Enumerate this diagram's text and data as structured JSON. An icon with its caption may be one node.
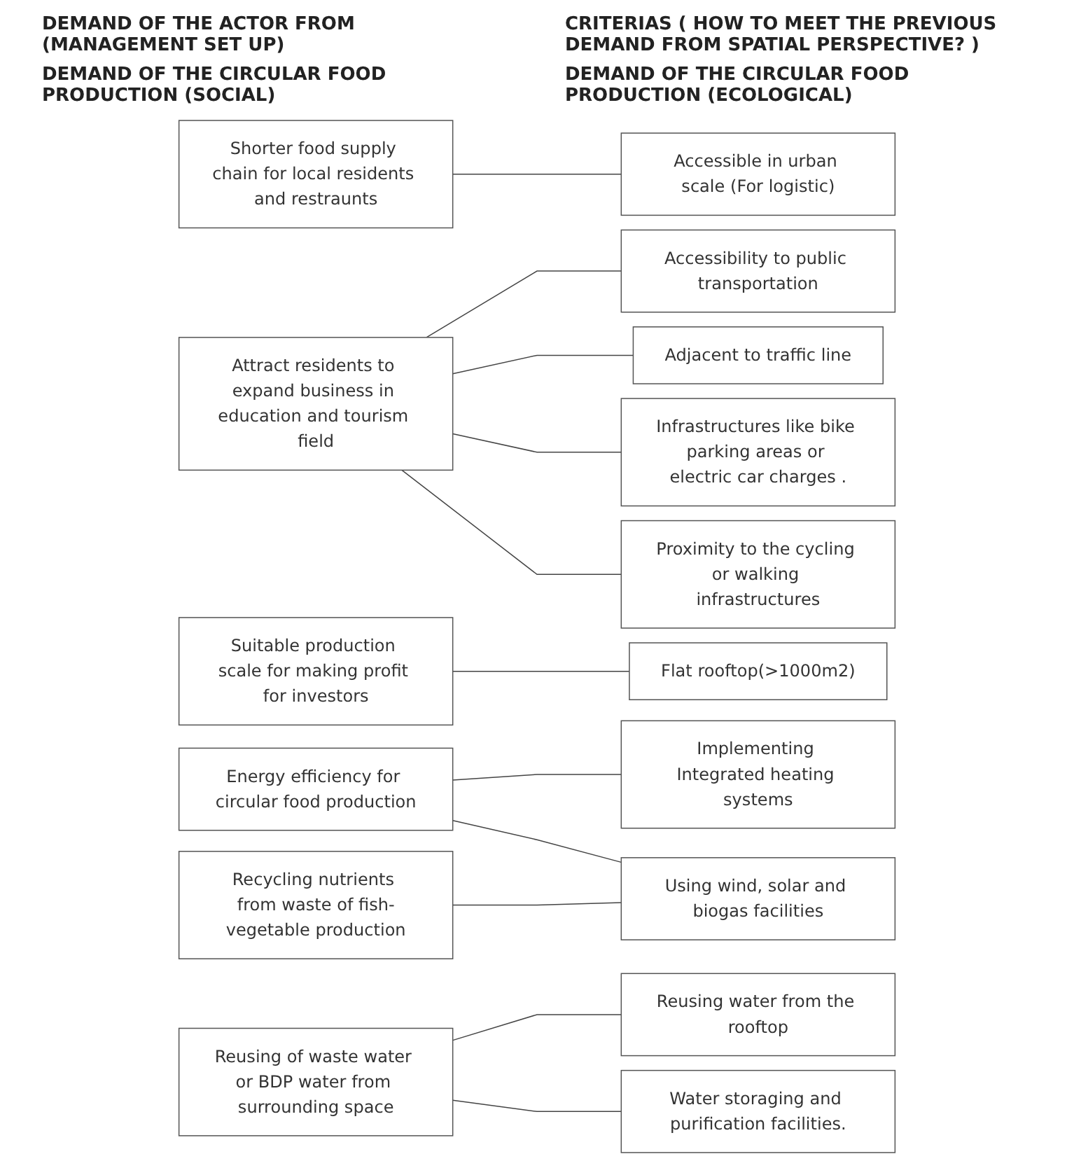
{
  "diagram": {
    "nodes": [
      {
        "text": [
          "Shorter food supply chain for local residents and restraunts"
        ]
      },
      {
        "text": [
          "Attract residents to expand business in education and tourism field"
        ]
      },
      {
        "text": [
          "Suitable production scale for making profit for investors"
        ]
      },
      {
        "text": [
          "Energy efficiency for circular food production"
        ]
      },
      {
        "text": [
          "Recycling nutrients from waste of fish-vegetable production"
        ]
      },
      {
        "text": [
          "Reusing of waste water or BDP water from surrounding space"
        ]
      },
      {
        "text": [
          "Accessible in urban scale (For logistic)"
        ]
      },
      {
        "text": [
          "Accessibility to public transportation"
        ]
      },
      {
        "text": [
          "Adjacent to traffic line"
        ]
      },
      {
        "text": [
          "Flat rooftop(>1000m2)"
        ]
      },
      {
        "text": [
          "Reusing water from the rooftop"
        ]
      },
      {
        "text": [
          "Infrastructures like bike parking areas or electric car charges ."
        ]
      },
      {
        "text": [
          "Proximity to the cycling or walking infrastructures"
        ]
      },
      {
        "text": [
          "Implementing Integrated heating systems"
        ]
      },
      {
        "text": [
          "Using wind, solar and biogas facilities"
        ]
      },
      {
        "text": [
          "Water storaging and purification facilities."
        ]
      }
    ],
    "edges": [
      {
        "from": 0,
        "to": 6,
        "arrow": "none"
      },
      {
        "from": 1,
        "to": 7,
        "arrow": "none"
      },
      {
        "from": 1,
        "to": 8,
        "arrow": "none"
      },
      {
        "from": 1,
        "to": 11,
        "arrow": "none"
      },
      {
        "from": 1,
        "to": 12,
        "arrow": "none"
      },
      {
        "from": 2,
        "to": 9,
        "arrow": "none"
      },
      {
        "from": 3,
        "to": 13,
        "arrow": "none"
      },
      {
        "from": 3,
        "to": 14,
        "arrow": "none"
      },
      {
        "from": 4,
        "to": 14,
        "arrow": "none"
      },
      {
        "from": 5,
        "to": 10,
        "arrow": "none"
      },
      {
        "from": 5,
        "to": 15,
        "arrow": "none"
      }
    ],
    "labels": [
      "DEMAND OF THE ACTOR FROM (MANAGEMENT SET UP)",
      "CRITERIAS ( HOW TO MEET THE PREVIOUS DEMAND FROM SPATIAL PERSPECTIVE? )",
      "DEMAND OF THE CIRCULAR FOOD PRODUCTION (SOCIAL)",
      "DEMAND OF THE CIRCULAR FOOD PRODUCTION (ECOLOGICAL)"
    ]
  }
}
